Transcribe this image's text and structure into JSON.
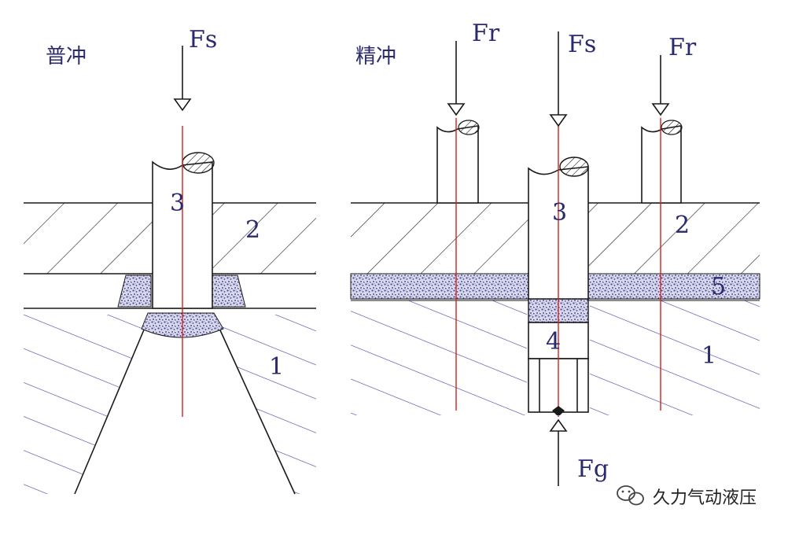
{
  "left": {
    "title": "普冲",
    "force_punch": "Fs",
    "label_punch": "3",
    "label_stripper": "2",
    "label_die": "1"
  },
  "right": {
    "title": "精冲",
    "force_ring_left": "Fr",
    "force_punch": "Fs",
    "force_ring_right": "Fr",
    "force_counter": "Fg",
    "label_punch": "3",
    "label_stripper": "2",
    "label_sheet": "5",
    "label_counter": "4",
    "label_die": "1"
  },
  "watermark": {
    "text": "久力气动液压",
    "icon": "wechat-icon"
  },
  "colors": {
    "axis": "#d62020",
    "label": "#2a2a6e",
    "line": "#1a1a1a",
    "material": "#6a6aa8"
  }
}
